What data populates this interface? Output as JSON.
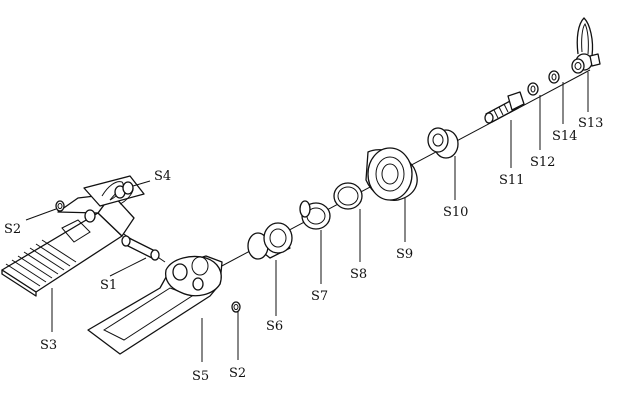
{
  "diagram": {
    "labels": {
      "S1": "S1",
      "S2a": "S2",
      "S2b": "S2",
      "S3": "S3",
      "S4": "S4",
      "S5": "S5",
      "S6": "S6",
      "S7": "S7",
      "S8": "S8",
      "S9": "S9",
      "S10": "S10",
      "S11": "S11",
      "S12": "S12",
      "S13": "S13",
      "S14": "S14"
    }
  }
}
